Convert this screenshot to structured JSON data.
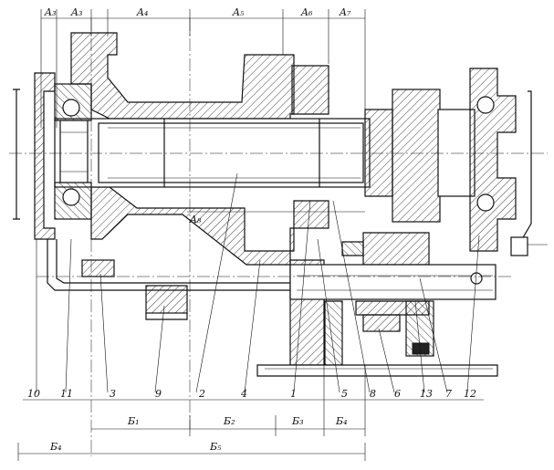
{
  "top_dimensions": [
    "A₃",
    "A₃",
    "A₄",
    "A₅",
    "A₆",
    "A₇"
  ],
  "internal_dimension": "A₈",
  "part_numbers": [
    "10",
    "11",
    "3",
    "9",
    "2",
    "4",
    "1",
    "5",
    "8",
    "6",
    "13",
    "7",
    "12"
  ],
  "bottom_dimensions_row1": [
    "Б₁",
    "Б₂",
    "Б₃",
    "Б₄"
  ],
  "bottom_dimensions_row2": [
    "Б₄",
    "Б₅"
  ]
}
